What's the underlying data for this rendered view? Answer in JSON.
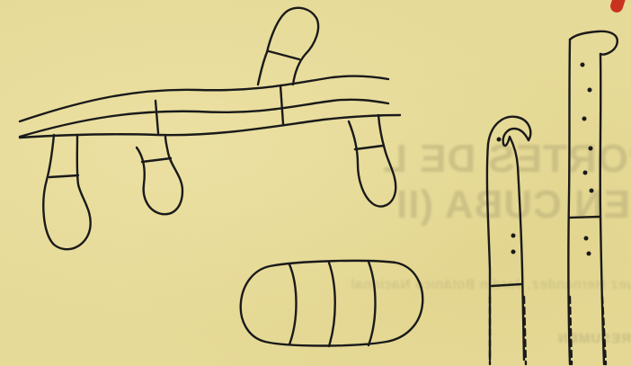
{
  "page": {
    "background": "#e6da98",
    "ink": "#1a1a1a",
    "bleed_color": "#b8ad78",
    "accent_mark": "#c8321e"
  },
  "bleed_through": {
    "line1": "NUEVOS REPORTES DE L",
    "line2": "(Ascomycotina) EN CUBA (II",
    "line3": "Miguel Rodríguez Hernández, Jardín Botánico Nacional",
    "line4": "RESUMEN"
  }
}
